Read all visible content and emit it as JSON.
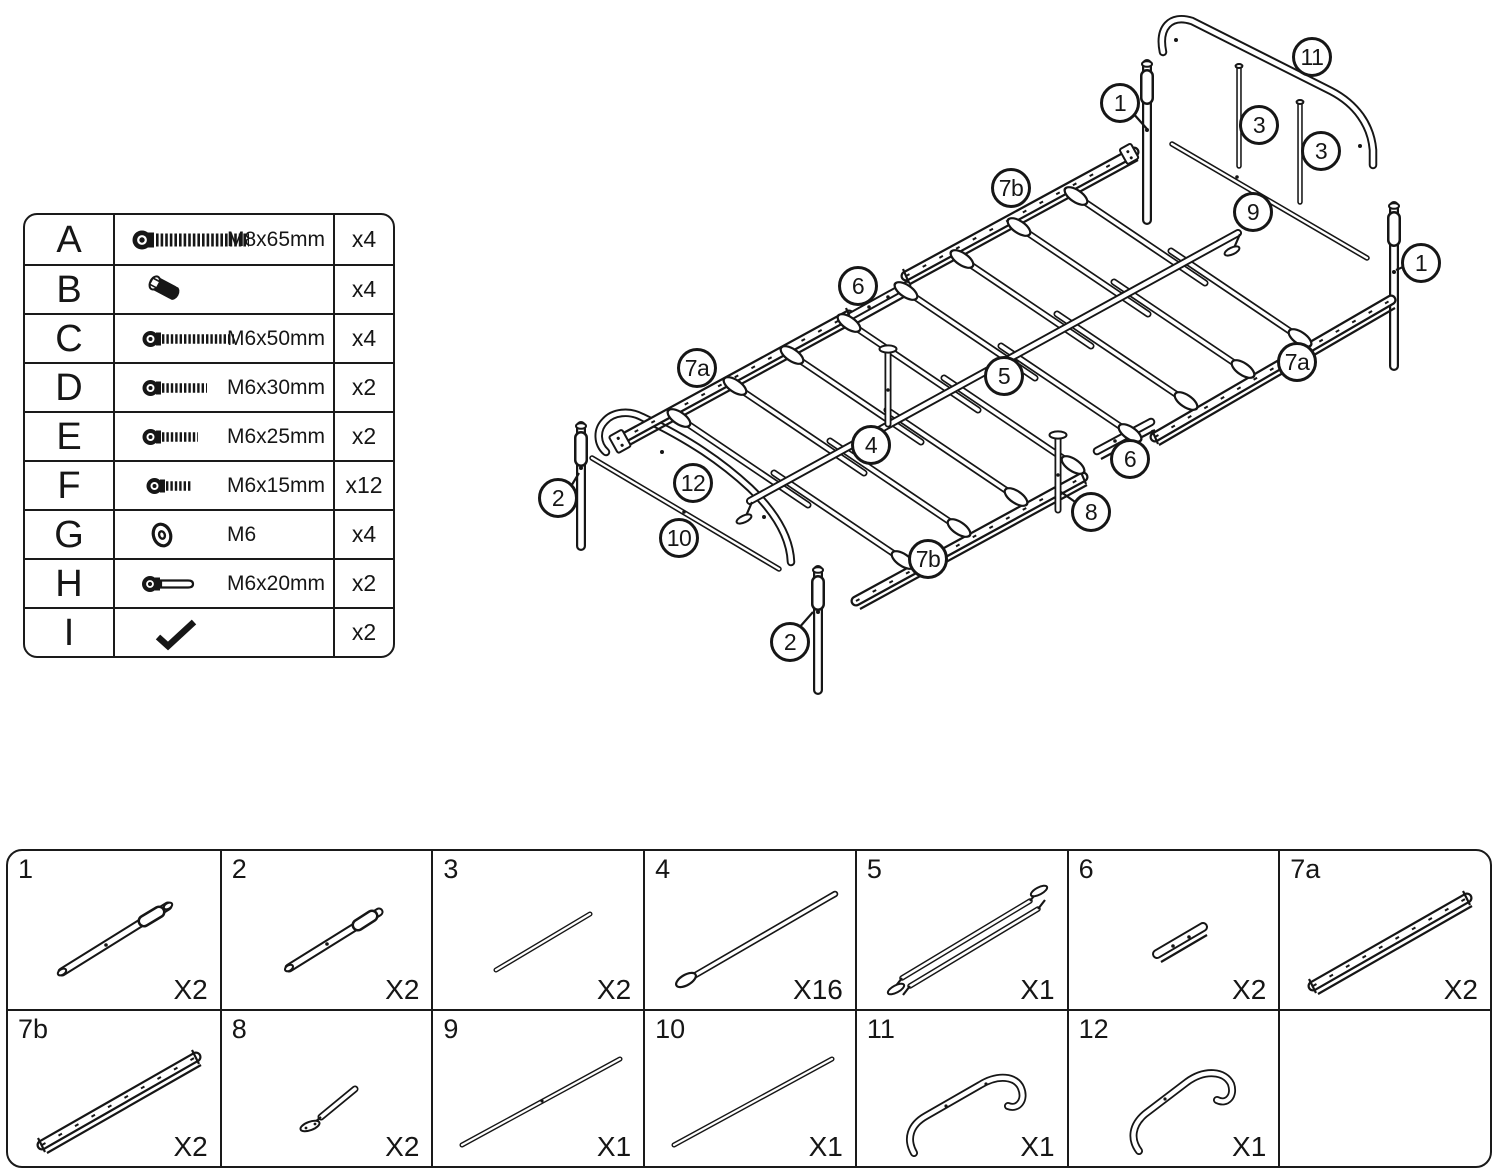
{
  "diagram": {
    "name": "bed-frame-exploded-assembly",
    "callouts": [
      {
        "label": "1"
      },
      {
        "label": "11"
      },
      {
        "label": "3"
      },
      {
        "label": "3"
      },
      {
        "label": "9"
      },
      {
        "label": "7b"
      },
      {
        "label": "6"
      },
      {
        "label": "1"
      },
      {
        "label": "7a"
      },
      {
        "label": "7a"
      },
      {
        "label": "5"
      },
      {
        "label": "4"
      },
      {
        "label": "2"
      },
      {
        "label": "12"
      },
      {
        "label": "6"
      },
      {
        "label": "8"
      },
      {
        "label": "10"
      },
      {
        "label": "7b"
      },
      {
        "label": "2"
      }
    ]
  },
  "hardware_table": {
    "rows": [
      {
        "id": "A",
        "icon": "socket-head-bolt-icon",
        "size": "M8x65mm",
        "qty": "x4"
      },
      {
        "id": "B",
        "icon": "barrel-nut-icon",
        "size": "",
        "qty": "x4"
      },
      {
        "id": "C",
        "icon": "socket-head-bolt-icon",
        "size": "M6x50mm",
        "qty": "x4"
      },
      {
        "id": "D",
        "icon": "socket-head-bolt-icon",
        "size": "M6x30mm",
        "qty": "x2"
      },
      {
        "id": "E",
        "icon": "socket-head-bolt-icon",
        "size": "M6x25mm",
        "qty": "x2"
      },
      {
        "id": "F",
        "icon": "socket-head-bolt-icon",
        "size": "M6x15mm",
        "qty": "x12"
      },
      {
        "id": "G",
        "icon": "washer-icon",
        "size": "M6",
        "qty": "x4"
      },
      {
        "id": "H",
        "icon": "shoulder-bolt-icon",
        "size": "M6x20mm",
        "qty": "x2"
      },
      {
        "id": "I",
        "icon": "allen-key-icon",
        "size": "",
        "qty": "x2"
      }
    ]
  },
  "parts_grid": {
    "cells": [
      {
        "id": "1",
        "qty": "X2",
        "icon": "leg-tube-icon"
      },
      {
        "id": "2",
        "qty": "X2",
        "icon": "leg-tube-icon"
      },
      {
        "id": "3",
        "qty": "X2",
        "icon": "thin-rod-icon"
      },
      {
        "id": "4",
        "qty": "X16",
        "icon": "slat-bar-icon"
      },
      {
        "id": "5",
        "qty": "X1",
        "icon": "center-support-rail-icon"
      },
      {
        "id": "6",
        "qty": "X2",
        "icon": "joint-bracket-icon"
      },
      {
        "id": "7a",
        "qty": "X2",
        "icon": "side-rail-icon"
      },
      {
        "id": "7b",
        "qty": "X2",
        "icon": "side-rail-icon"
      },
      {
        "id": "8",
        "qty": "X2",
        "icon": "support-foot-icon"
      },
      {
        "id": "9",
        "qty": "X1",
        "icon": "long-rod-icon"
      },
      {
        "id": "10",
        "qty": "X1",
        "icon": "long-rod-icon"
      },
      {
        "id": "11",
        "qty": "X1",
        "icon": "curved-headboard-rail-icon"
      },
      {
        "id": "12",
        "qty": "X1",
        "icon": "curved-footboard-rail-icon"
      }
    ]
  }
}
